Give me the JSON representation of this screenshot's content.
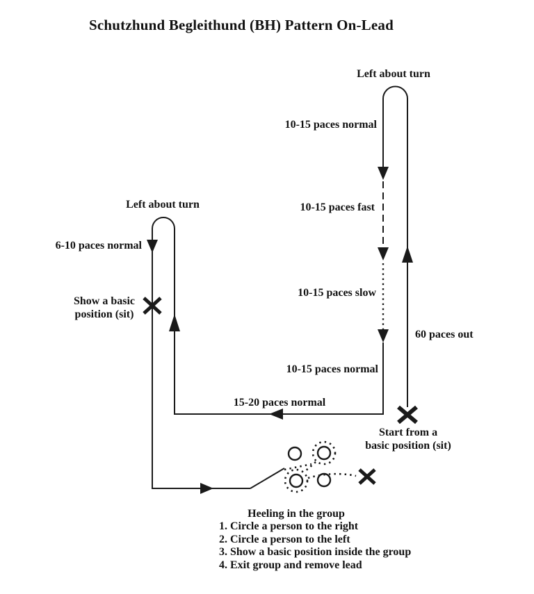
{
  "title": "Schutzhund Begleithund (BH) Pattern On-Lead",
  "diagram": {
    "right_track": {
      "left_about_turn": "Left about turn",
      "normal_top": "10-15 paces normal",
      "fast": "10-15 paces fast",
      "slow": "10-15 paces slow",
      "normal_bottom": "10-15 paces normal",
      "out": "60 paces out"
    },
    "cross_track": {
      "label": "15-20 paces normal"
    },
    "left_track": {
      "left_about_turn": "Left about turn",
      "normal": "6-10 paces normal",
      "show_basic_line1": "Show a basic",
      "show_basic_line2": "position (sit)"
    },
    "start": {
      "line1": "Start from a",
      "line2": "basic position (sit)"
    },
    "group": {
      "heading": "Heeling in the group",
      "items": [
        "1. Circle a person to the right",
        "2. Circle a person to the left",
        "3. Show a basic position inside the group",
        "4. Exit group and remove lead"
      ]
    }
  },
  "colors": {
    "background": "#ffffff",
    "line": "#1a1a1a",
    "text": "#111111"
  }
}
